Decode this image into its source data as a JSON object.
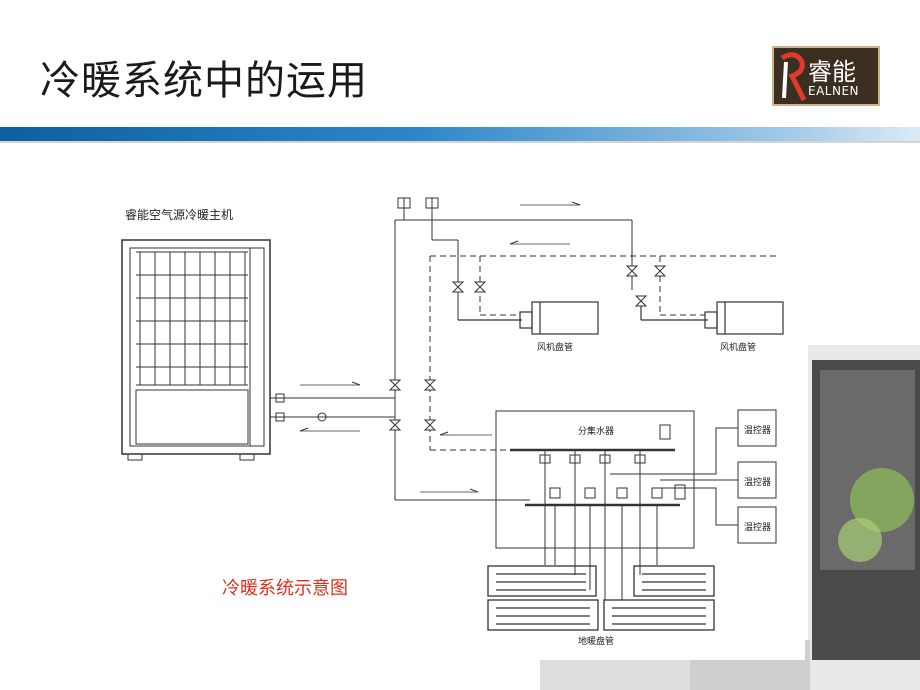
{
  "slide": {
    "title": "冷暖系统中的运用"
  },
  "logo": {
    "cn": "睿能",
    "en": "EALNEN"
  },
  "diagram": {
    "unit_label": "睿能空气源冷暖主机",
    "fan_coil_1": "风机盘管",
    "fan_coil_2": "风机盘管",
    "manifold": "分集水器",
    "thermostat_1": "温控器",
    "thermostat_2": "温控器",
    "thermostat_3": "温控器",
    "floor_heating": "地暖盘管",
    "caption": "冷暖系统示意图"
  },
  "colors": {
    "accent_bar": "#1f6fb0",
    "caption": "#e0301e",
    "logo_bg": "#3b2f22"
  }
}
